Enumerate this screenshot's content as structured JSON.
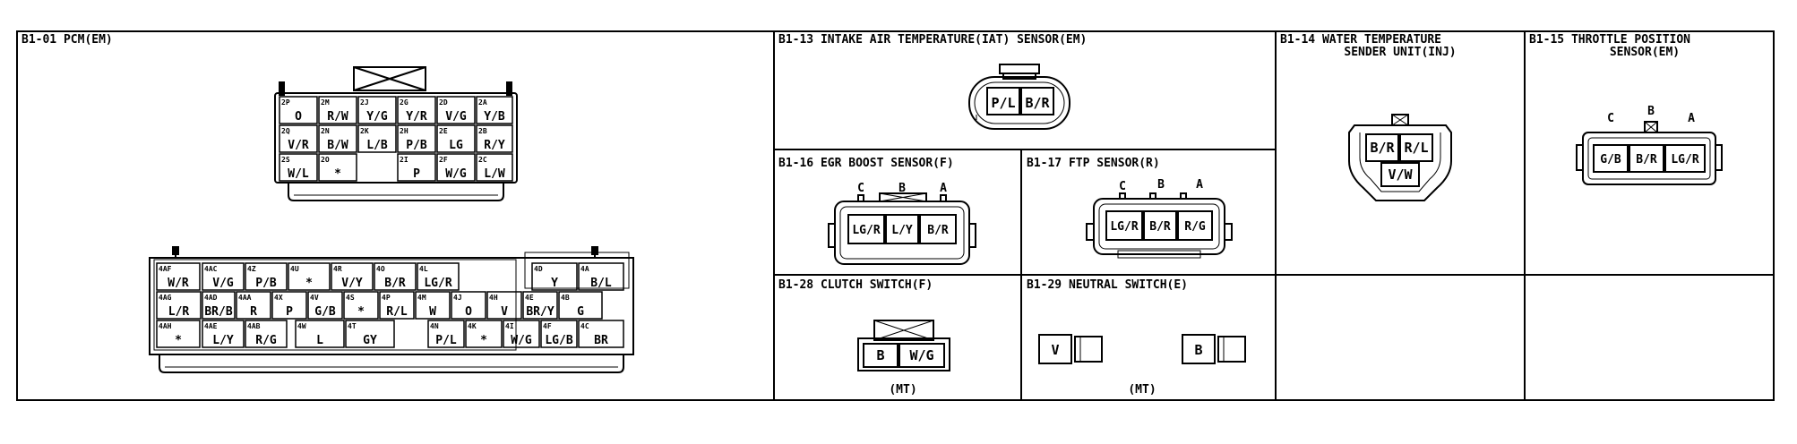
{
  "panels": {
    "b1_01": {
      "title": "B1-01 PCM(EM)",
      "upper_connector": {
        "rows": [
          [
            {
              "pin": "2P",
              "wire": "O"
            },
            {
              "pin": "2M",
              "wire": "R/W"
            },
            {
              "pin": "2J",
              "wire": "Y/G"
            },
            {
              "pin": "2G",
              "wire": "Y/R"
            },
            {
              "pin": "2D",
              "wire": "V/G"
            },
            {
              "pin": "2A",
              "wire": "Y/B"
            }
          ],
          [
            {
              "pin": "2Q",
              "wire": "V/R"
            },
            {
              "pin": "2N",
              "wire": "B/W"
            },
            {
              "pin": "2K",
              "wire": "L/B"
            },
            {
              "pin": "2H",
              "wire": "P/B"
            },
            {
              "pin": "2E",
              "wire": "LG"
            },
            {
              "pin": "2B",
              "wire": "R/Y"
            }
          ],
          [
            {
              "pin": "2S",
              "wire": "W/L"
            },
            {
              "pin": "2O",
              "wire": "*"
            },
            {
              "pin": "",
              "wire": ""
            },
            {
              "pin": "2I",
              "wire": "P"
            },
            {
              "pin": "2F",
              "wire": "W/G"
            },
            {
              "pin": "2C",
              "wire": "L/W"
            }
          ]
        ]
      },
      "lower_connector": {
        "rows": [
          [
            {
              "pin": "4AF",
              "wire": "W/R"
            },
            {
              "pin": "4AC",
              "wire": "V/G"
            },
            {
              "pin": "4Z",
              "wire": "P/B"
            },
            {
              "pin": "4U",
              "wire": "*"
            },
            {
              "pin": "4R",
              "wire": "V/Y"
            },
            {
              "pin": "4O",
              "wire": "B/R"
            },
            {
              "pin": "4L",
              "wire": "LG/R"
            },
            {
              "pin": "",
              "wire": ""
            },
            {
              "pin": "4D",
              "wire": "Y"
            },
            {
              "pin": "4A",
              "wire": "B/L"
            }
          ],
          [
            {
              "pin": "4AG",
              "wire": "L/R"
            },
            {
              "pin": "4AD",
              "wire": "BR/B"
            },
            {
              "pin": "4AA",
              "wire": "R"
            },
            {
              "pin": "4X",
              "wire": "P"
            },
            {
              "pin": "4V",
              "wire": "G/B"
            },
            {
              "pin": "4S",
              "wire": "*"
            },
            {
              "pin": "4P",
              "wire": "R/L"
            },
            {
              "pin": "4M",
              "wire": "W"
            },
            {
              "pin": "4J",
              "wire": "O"
            },
            {
              "pin": "4H",
              "wire": "V"
            },
            {
              "pin": "4E",
              "wire": "BR/Y"
            },
            {
              "pin": "4B",
              "wire": "G"
            }
          ],
          [
            {
              "pin": "4AH",
              "wire": "*"
            },
            {
              "pin": "4AE",
              "wire": "L/Y"
            },
            {
              "pin": "4AB",
              "wire": "R/G"
            },
            {
              "pin": "4W",
              "wire": "L"
            },
            {
              "pin": "4T",
              "wire": "GY"
            },
            {
              "pin": "4N",
              "wire": "P/L"
            },
            {
              "pin": "4K",
              "wire": "*"
            },
            {
              "pin": "4I",
              "wire": "W/G"
            },
            {
              "pin": "4F",
              "wire": "LG/B"
            },
            {
              "pin": "4C",
              "wire": "BR"
            }
          ]
        ]
      }
    },
    "b1_13": {
      "title": "B1-13 INTAKE AIR TEMPERATURE(IAT) SENSOR(EM)",
      "wires": [
        "P/L",
        "B/R"
      ]
    },
    "b1_14": {
      "title_line1": "B1-14 WATER TEMPERATURE",
      "title_line2": "SENDER UNIT(INJ)",
      "wires": [
        "B/R",
        "R/L",
        "V/W"
      ]
    },
    "b1_15": {
      "title_line1": "B1-15 THROTTLE POSITION",
      "title_line2": "SENSOR(EM)",
      "pins": [
        "C",
        "B",
        "A"
      ],
      "wires": [
        "G/B",
        "B/R",
        "LG/R"
      ]
    },
    "b1_16": {
      "title": "B1-16 EGR BOOST SENSOR(F)",
      "pins": [
        "C",
        "B",
        "A"
      ],
      "wires": [
        "LG/R",
        "L/Y",
        "B/R"
      ]
    },
    "b1_17": {
      "title": "B1-17 FTP SENSOR(R)",
      "pins": [
        "C",
        "B",
        "A"
      ],
      "wires": [
        "LG/R",
        "B/R",
        "R/G"
      ]
    },
    "b1_28": {
      "title": "B1-28 CLUTCH SWITCH(F)",
      "wires": [
        "B",
        "W/G"
      ],
      "note": "(MT)"
    },
    "b1_29": {
      "title": "B1-29 NEUTRAL SWITCH(E)",
      "wires": [
        "V",
        "B"
      ],
      "note": "(MT)"
    }
  }
}
